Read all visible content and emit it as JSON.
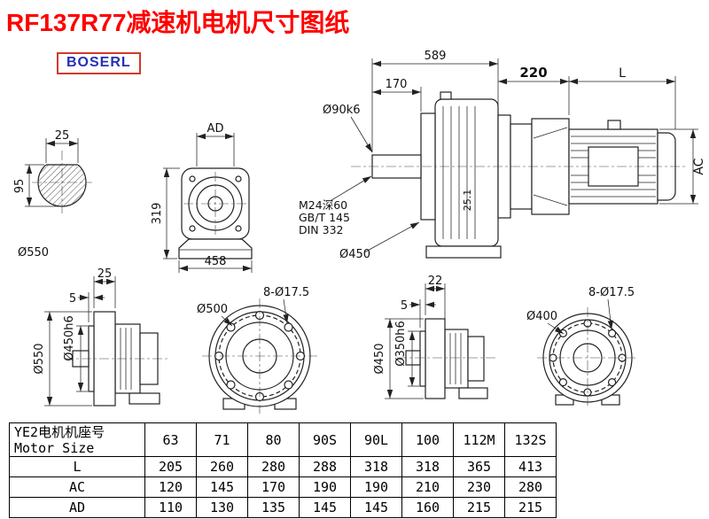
{
  "title": "RF137R77减速机电机尺寸图纸",
  "brand": "BOSERL",
  "colors": {
    "title": "#fe0000",
    "brand_text": "#2431b4",
    "brand_border": "#d03a2a",
    "line": "#222222"
  },
  "main_view": {
    "dim_overall": "589",
    "dim_shaft_len": "170",
    "dim_shaft_dia": "Ø90k6",
    "dim_adapter": "220",
    "dim_motor_len": "L",
    "dim_motor_dia": "AC",
    "note_tap": "M24深60",
    "note_std1": "GB/T 145",
    "note_std2": "DIN 332",
    "dim_flange": "Ø450",
    "dim_key": "25.1"
  },
  "shaft_section": {
    "dim_key_width": "25",
    "dim_height": "95",
    "dim_flange": "Ø550"
  },
  "front_view": {
    "dim_ad": "AD",
    "dim_height": "319",
    "dim_width": "458"
  },
  "flange_side_1": {
    "dim_thickness": "25",
    "dim_spigot": "5",
    "dim_outer": "Ø550",
    "dim_spigot_dia": "Ø450h6"
  },
  "flange_face_1": {
    "dim_holes": "8-Ø17.5",
    "dim_bolt_circle": "Ø500"
  },
  "flange_side_2": {
    "dim_thickness": "22",
    "dim_spigot": "5",
    "dim_outer": "Ø450",
    "dim_spigot_dia": "Ø350h6"
  },
  "flange_face_2": {
    "dim_holes": "8-Ø17.5",
    "dim_bolt_circle": "Ø400"
  },
  "size_table": {
    "header_label_cn": "YE2电机机座号",
    "header_label_en": "Motor Size",
    "columns": [
      "63",
      "71",
      "80",
      "90S",
      "90L",
      "100",
      "112M",
      "132S"
    ],
    "rows": [
      {
        "label": "L",
        "values": [
          "205",
          "260",
          "280",
          "288",
          "318",
          "318",
          "365",
          "413"
        ]
      },
      {
        "label": "AC",
        "values": [
          "120",
          "145",
          "170",
          "190",
          "190",
          "210",
          "230",
          "280"
        ]
      },
      {
        "label": "AD",
        "values": [
          "110",
          "130",
          "135",
          "145",
          "145",
          "160",
          "215",
          "215"
        ]
      }
    ]
  }
}
